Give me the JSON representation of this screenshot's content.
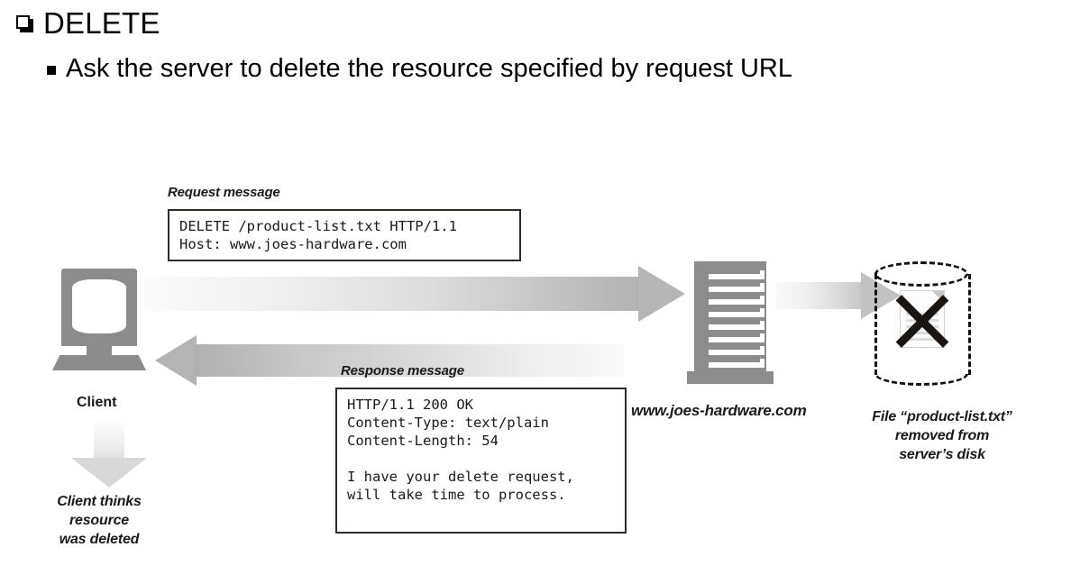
{
  "slide": {
    "heading": "DELETE",
    "heading_bullet_icon": "shadowed-square-bullet",
    "subpoint": "Ask the server to delete the resource specified by request URL",
    "subpoint_bullet_icon": "solid-square-bullet"
  },
  "figure": {
    "request": {
      "caption": "Request message",
      "body": "DELETE /product-list.txt HTTP/1.1\nHost: www.joes-hardware.com",
      "arrow_icon": "right-arrow",
      "arrow_direction": "client-to-server"
    },
    "response": {
      "caption": "Response message",
      "body": "HTTP/1.1 200 OK\nContent-Type: text/plain\nContent-Length: 54\n\nI have your delete request,\nwill take time to process.",
      "arrow_icon": "left-arrow",
      "arrow_direction": "server-to-client"
    },
    "client": {
      "icon": "desktop-computer-icon",
      "label": "Client",
      "down_arrow_icon": "down-arrow",
      "caption": "Client thinks\nresource\nwas deleted"
    },
    "server": {
      "icon": "server-tower-icon",
      "label": "www.joes-hardware.com"
    },
    "disk": {
      "icon": "database-cylinder-icon",
      "document_icon": "document-icon",
      "cross_icon": "x-cross-icon",
      "arrow_icon": "right-arrow",
      "caption": "File “product-list.txt”\nremoved from\nserver’s disk"
    }
  },
  "colors": {
    "background": "#ffffff",
    "icon_gray": "#8c8c8c",
    "box_border": "#332b28",
    "text": "#1a1a1a",
    "arrow_light": "#fafafa",
    "arrow_dark": "#b2b2b2"
  }
}
